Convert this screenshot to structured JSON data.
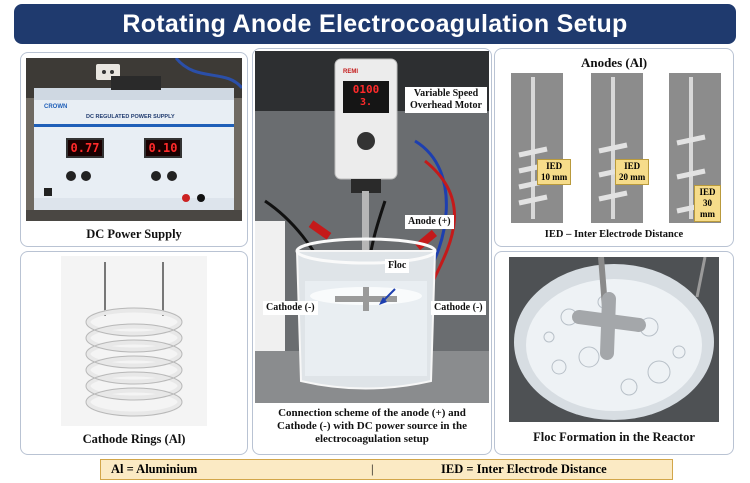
{
  "title": "Rotating Anode Electrocoagulation Setup",
  "panels": {
    "power_supply": {
      "caption": "DC Power Supply",
      "brand": "CROWN",
      "label": "DC REGULATED POWER SUPPLY",
      "readout_left": "0.77",
      "readout_right": "0.10"
    },
    "cathode_rings": {
      "caption": "Cathode Rings (Al)"
    },
    "center": {
      "motor_label": "Variable Speed Overhead Motor",
      "motor_brand": "REMI",
      "motor_display_top": "0100",
      "motor_display_bottom": "3.",
      "anode_label": "Anode (+)",
      "floc_label": "Floc",
      "cathode_left": "Cathode (-)",
      "cathode_right": "Cathode (-)",
      "caption": "Connection scheme of the anode (+) and Cathode (-) with DC power source in the electrocoagulation setup"
    },
    "anodes": {
      "title": "Anodes (Al)",
      "ied_labels": [
        {
          "line1": "IED",
          "line2": "10 mm"
        },
        {
          "line1": "IED",
          "line2": "20 mm"
        },
        {
          "line1": "IED",
          "line2": "30 mm"
        }
      ],
      "caption": "IED – Inter Electrode Distance"
    },
    "floc": {
      "caption": "Floc Formation in the Reactor"
    }
  },
  "footer": {
    "left": "Al = Aluminium",
    "divider": "|",
    "right": "IED = Inter Electrode Distance"
  },
  "colors": {
    "title_bg": "#1f3a6e",
    "footer_bg": "#fbeac4",
    "ied_box": "#f6dc8a",
    "display_red": "#ff2a2a"
  }
}
